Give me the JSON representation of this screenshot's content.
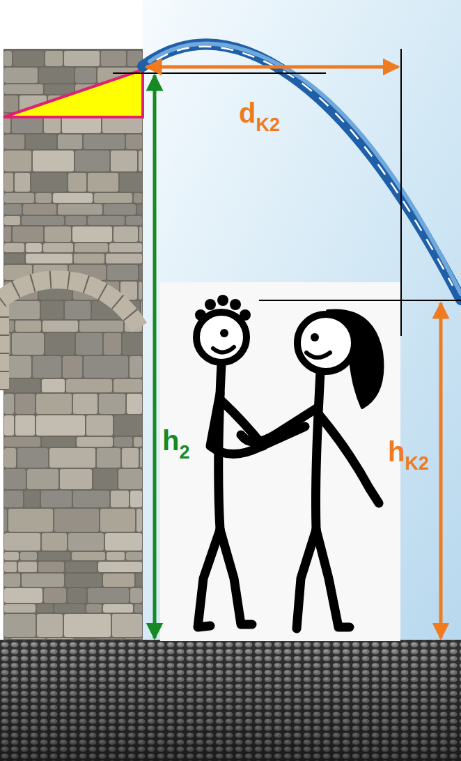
{
  "diagram": {
    "labels": [
      "dK2",
      "h2",
      "hK2"
    ]
  }
}
